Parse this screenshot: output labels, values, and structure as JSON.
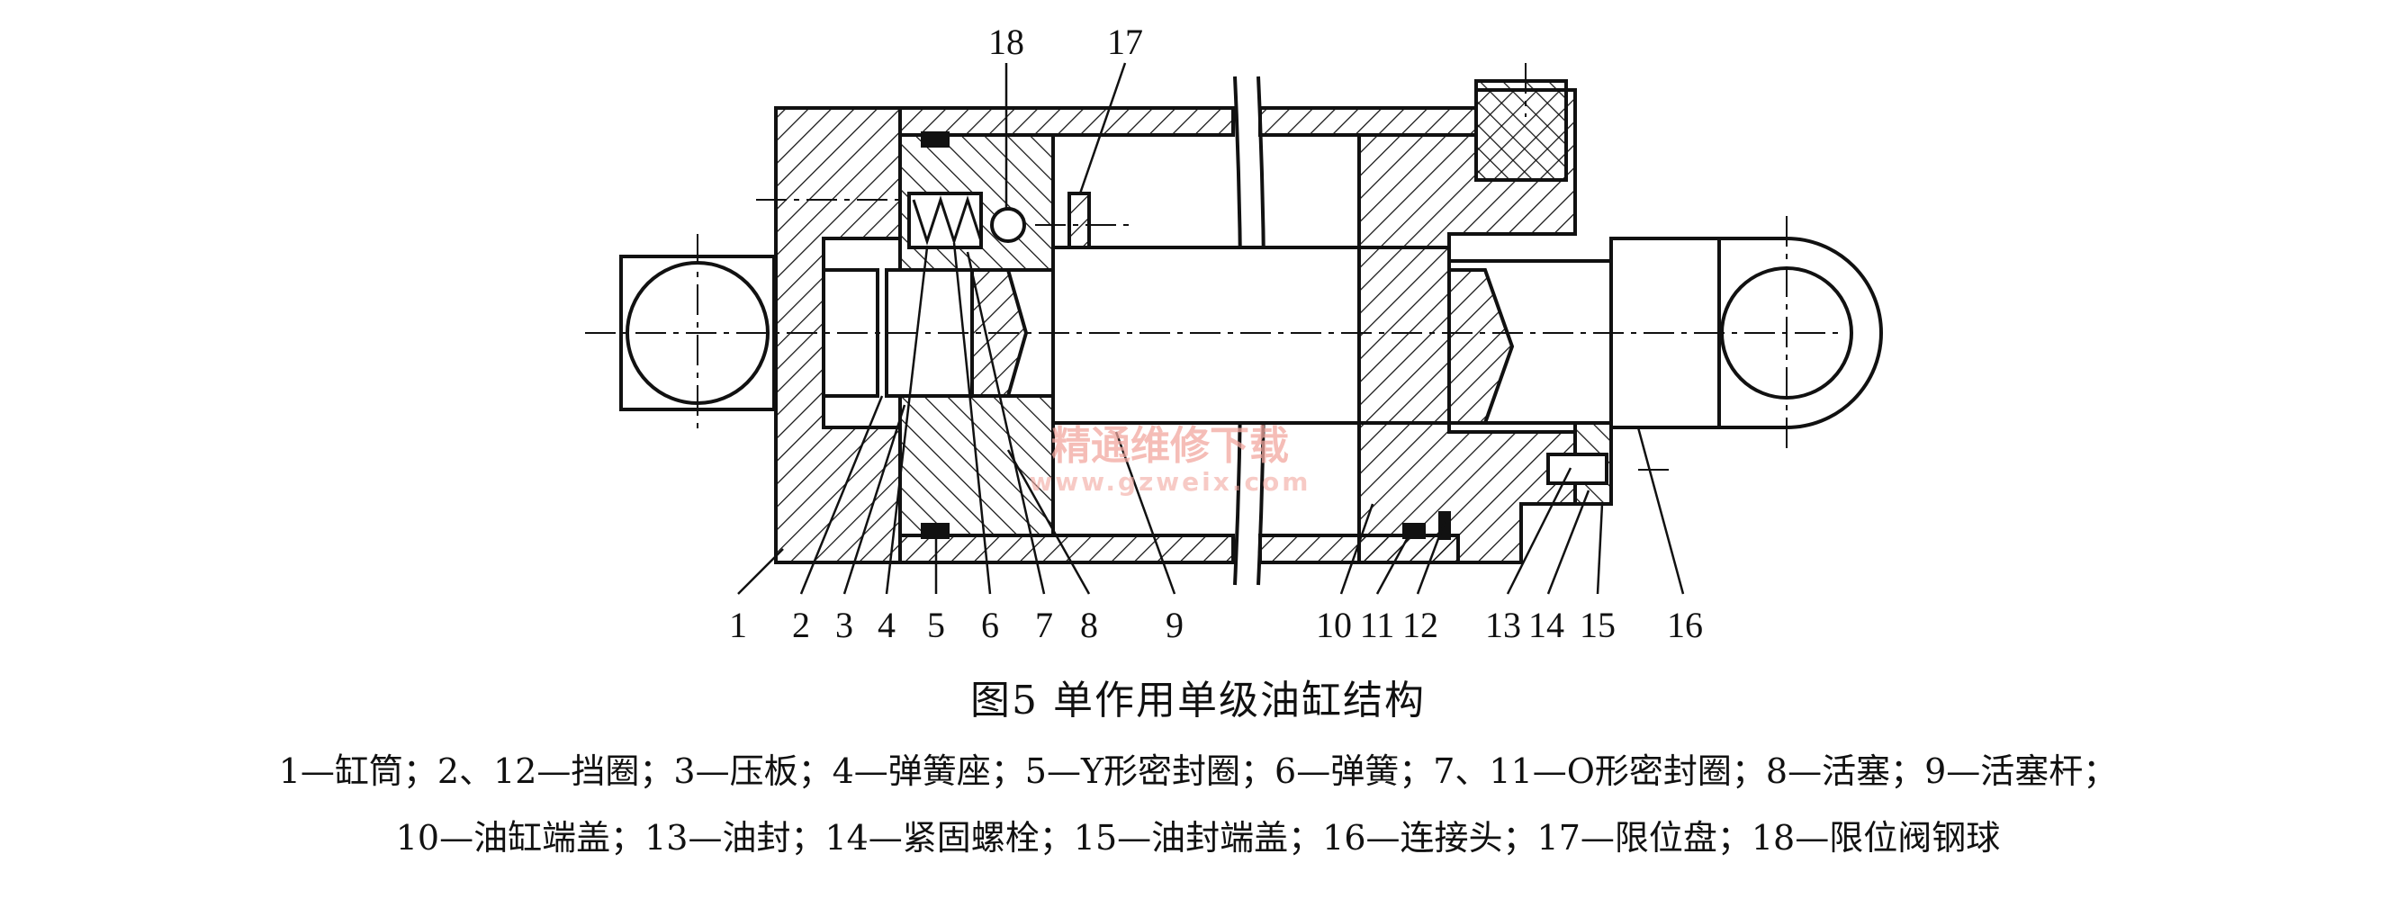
{
  "figure": {
    "title": "图5   单作用单级油缸结构",
    "legend_line1": "1—缸筒；2、12—挡圈；3—压板；4—弹簧座；5—Y形密封圈；6—弹簧；7、11—O形密封圈；8—活塞；9—活塞杆；",
    "legend_line2": "10—油缸端盖；13—油封；14—紧固螺栓；15—油封端盖；16—连接头；17—限位盘；18—限位阀钢球",
    "part_labels": [
      "1",
      "2",
      "3",
      "4",
      "5",
      "6",
      "7",
      "8",
      "9",
      "10",
      "11",
      "12",
      "13",
      "14",
      "15",
      "16",
      "17",
      "18"
    ]
  },
  "watermark": {
    "text": "精通维修下载",
    "url": "www.gzweix.com"
  }
}
